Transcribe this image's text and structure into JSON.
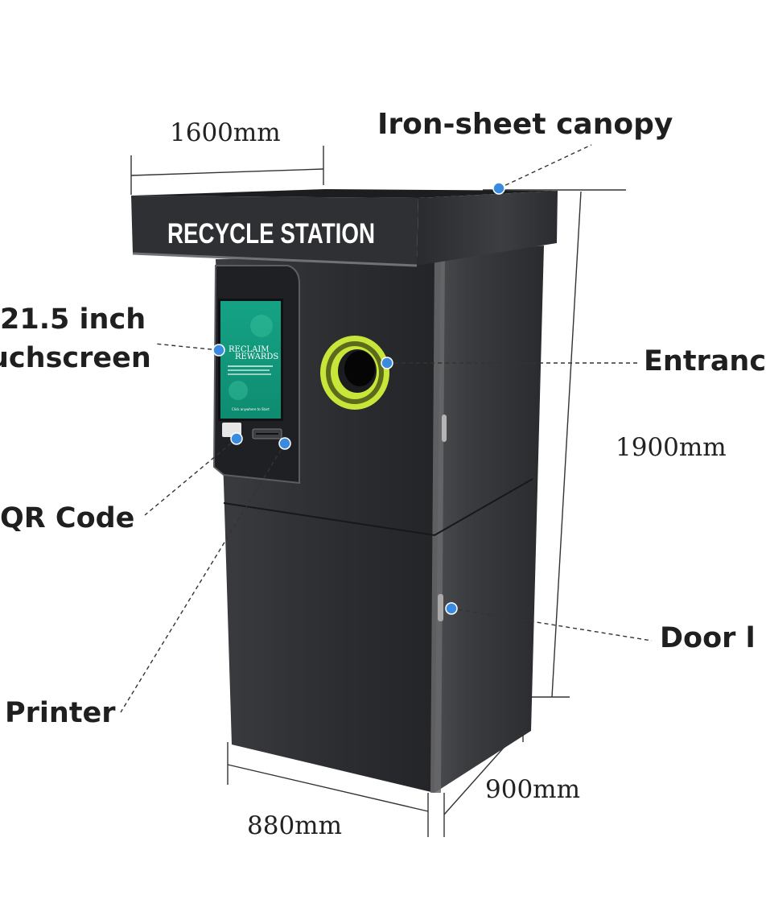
{
  "labels": {
    "canopy": "Iron-sheet canopy",
    "screen_line1": "21.5 inch",
    "screen_line2": "uchscreen",
    "entrance": "Entranc",
    "qr_code": "QR Code",
    "door": "Door l",
    "printer": "Printer"
  },
  "dimensions": {
    "canopy_width": "1600mm",
    "height": "1900mm",
    "width": "880mm",
    "depth": "900mm"
  },
  "kiosk": {
    "sign": "RECYCLE STATION",
    "screen_brand_line1": "RECLAIM",
    "screen_brand_line2": "REWARDS",
    "screen_prompt": "Click anywhere to Start"
  },
  "colors": {
    "body_dark": "#2b2d30",
    "screen_green": "#1aa88c",
    "ring_lime": "#c8e63a",
    "marker_blue": "#3a8be0"
  }
}
